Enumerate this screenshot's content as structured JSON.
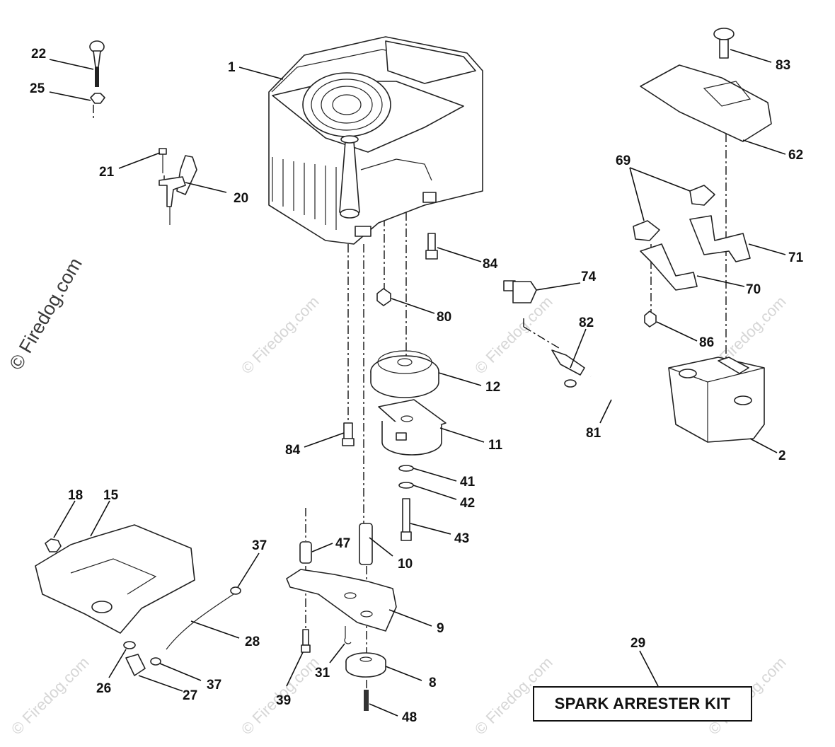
{
  "watermark": {
    "main_text": "© Firedog.com",
    "faint_text": "© Firedog.com"
  },
  "kit_label": "SPARK ARRESTER KIT",
  "callouts": {
    "c1": "1",
    "c2": "2",
    "c8": "8",
    "c9": "9",
    "c10": "10",
    "c11": "11",
    "c12": "12",
    "c15": "15",
    "c18": "18",
    "c20": "20",
    "c21": "21",
    "c22": "22",
    "c25": "25",
    "c26": "26",
    "c27": "27",
    "c28": "28",
    "c29": "29",
    "c31": "31",
    "c37a": "37",
    "c37b": "37",
    "c39": "39",
    "c41": "41",
    "c42": "42",
    "c43": "43",
    "c47": "47",
    "c48": "48",
    "c62": "62",
    "c69": "69",
    "c70": "70",
    "c71": "71",
    "c74": "74",
    "c80": "80",
    "c81": "81",
    "c82": "82",
    "c83": "83",
    "c84a": "84",
    "c84b": "84",
    "c86": "86"
  }
}
